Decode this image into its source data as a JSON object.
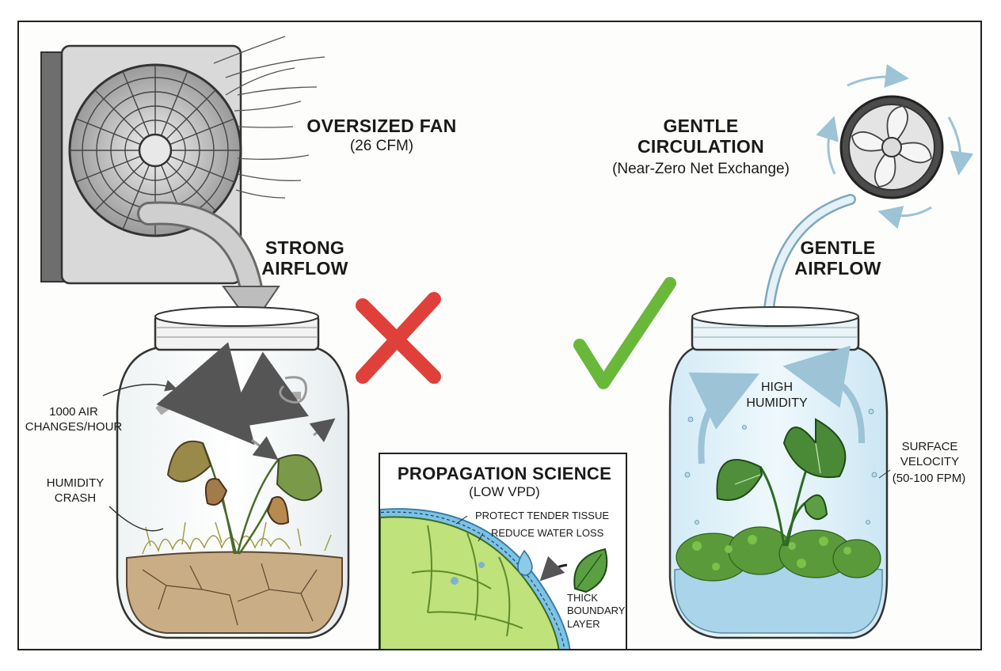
{
  "left": {
    "fan_title": "OVERSIZED FAN",
    "fan_sub": "(26 CFM)",
    "airflow": "STRONG AIRFLOW",
    "air_changes": "1000 AIR CHANGES/HOUR",
    "humidity": "HUMIDITY CRASH"
  },
  "right": {
    "fan_title": "GENTLE CIRCULATION",
    "fan_sub": "(Near-Zero Net Exchange)",
    "airflow": "GENTLE AIRFLOW",
    "humidity": "HIGH HUMIDITY",
    "velocity_label": "SURFACE VELOCITY",
    "velocity_value": "(50-100 FPM)"
  },
  "inset": {
    "title": "PROPAGATION SCIENCE",
    "sub": "(LOW VPD)",
    "point1": "PROTECT TENDER TISSUE",
    "point2": "REDUCE WATER LOSS",
    "boundary": "THICK BOUNDARY LAYER"
  },
  "colors": {
    "bad": "#e0403a",
    "good": "#6ab83a",
    "leaf": "#4f8f3a",
    "water": "#a9d4ea"
  },
  "icons": [
    "box-fan-icon",
    "circulation-fan-icon",
    "cross-icon",
    "check-icon",
    "leaf-icon",
    "water-drop-icon"
  ]
}
